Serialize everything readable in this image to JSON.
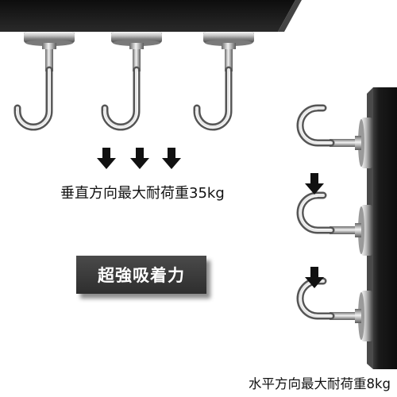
{
  "product": {
    "badge_text": "超強吸着力",
    "vertical_load_text": "垂直方向最大耐荷重35kg",
    "horizontal_load_text": "水平方向最大耐荷重8kg"
  },
  "colors": {
    "surface_dark": "#1a1a1a",
    "arrow": "#111111",
    "badge_bg": "#3a3a3a",
    "metal_light": "#f4f4f4",
    "metal_dark": "#5a5a5a"
  },
  "icons": {
    "arrow": "down-arrow-icon",
    "hook": "magnetic-hook-icon"
  }
}
